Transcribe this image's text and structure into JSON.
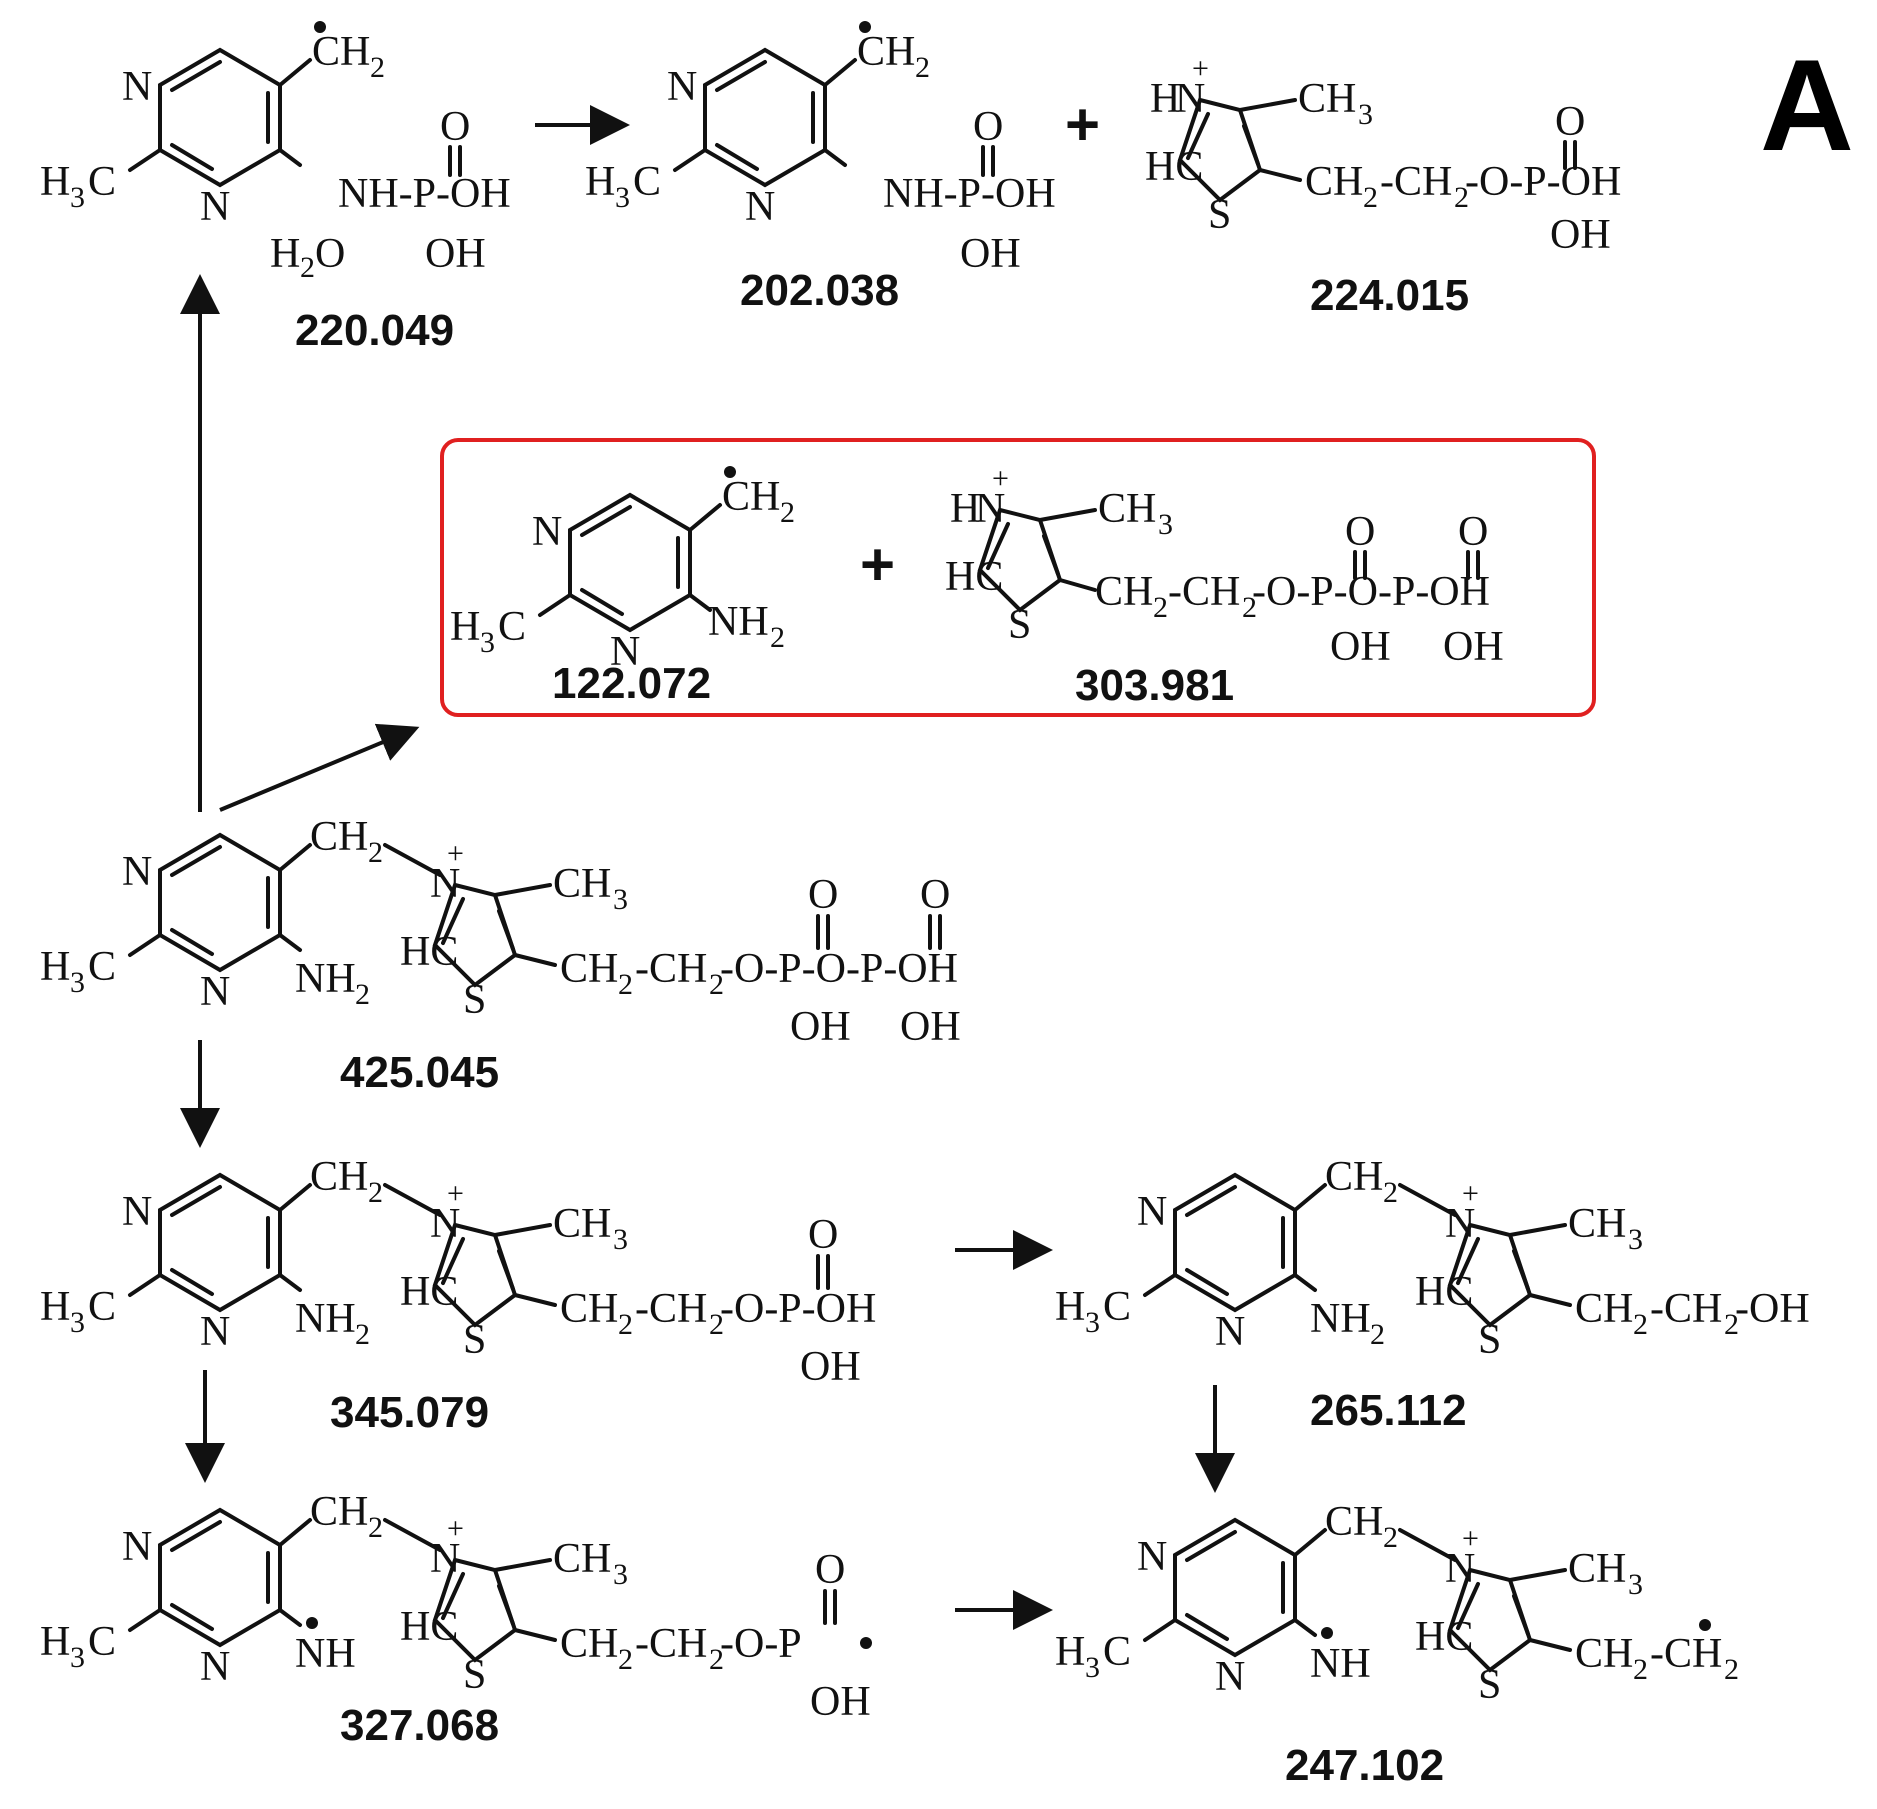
{
  "panel_label": "A",
  "compounds": [
    {
      "id": "c425",
      "mass": "425.045",
      "n4_label": "NH2",
      "tail": "CH2-CH2-O-P-O-P-OH",
      "phosphate_count": 2
    },
    {
      "id": "c220",
      "mass": "220.049",
      "extra": "H2O",
      "amine": "NH-P-OH"
    },
    {
      "id": "c202",
      "mass": "202.038",
      "amine": "NH-P-OH"
    },
    {
      "id": "c224",
      "mass": "224.015",
      "tail": "CH2-CH2-O-P-OH"
    },
    {
      "id": "c122",
      "mass": "122.072",
      "amine": "NH2"
    },
    {
      "id": "c303",
      "mass": "303.981",
      "tail": "CH2-CH2-O-P-O-P-OH"
    },
    {
      "id": "c345",
      "mass": "345.079",
      "tail": "CH2-CH2-O-P-OH"
    },
    {
      "id": "c265",
      "mass": "265.112",
      "tail": "CH2-CH2-OH"
    },
    {
      "id": "c327",
      "mass": "327.068",
      "n4_label": "NH",
      "tail": "CH2-CH2-O-P"
    },
    {
      "id": "c247",
      "mass": "247.102",
      "n4_label": "NH",
      "tail": "CH2-CH2"
    }
  ],
  "box_color": "#e02020",
  "plus_sign": "+"
}
